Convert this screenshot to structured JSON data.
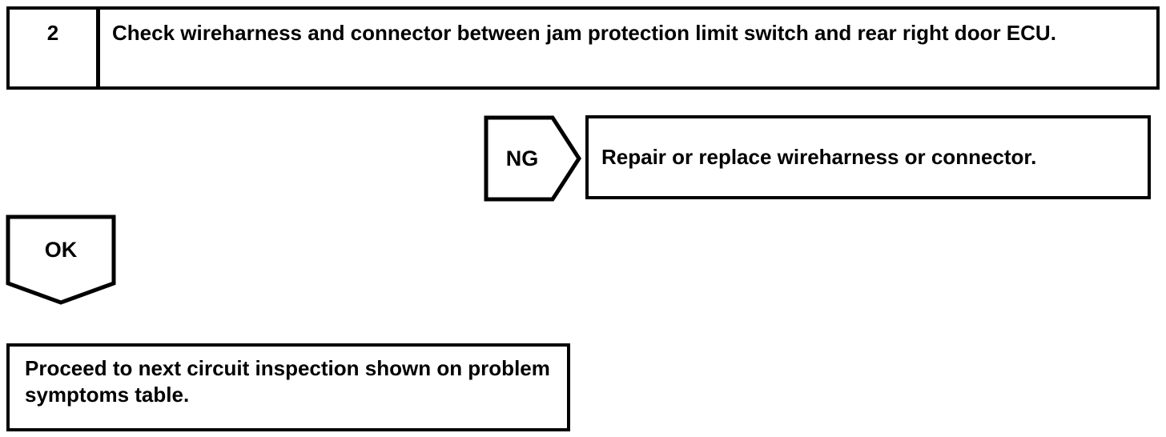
{
  "flowchart": {
    "step": {
      "number": "2",
      "instruction": "Check wireharness and connector between jam protection limit switch and rear right door ECU."
    },
    "ng_branch": {
      "connector_label": "NG",
      "action": "Repair or replace wireharness or connector."
    },
    "ok_branch": {
      "connector_label": "OK",
      "action": "Proceed to next circuit inspection shown on problem symptoms table."
    },
    "colors": {
      "line": "#000000",
      "background": "#ffffff"
    }
  }
}
